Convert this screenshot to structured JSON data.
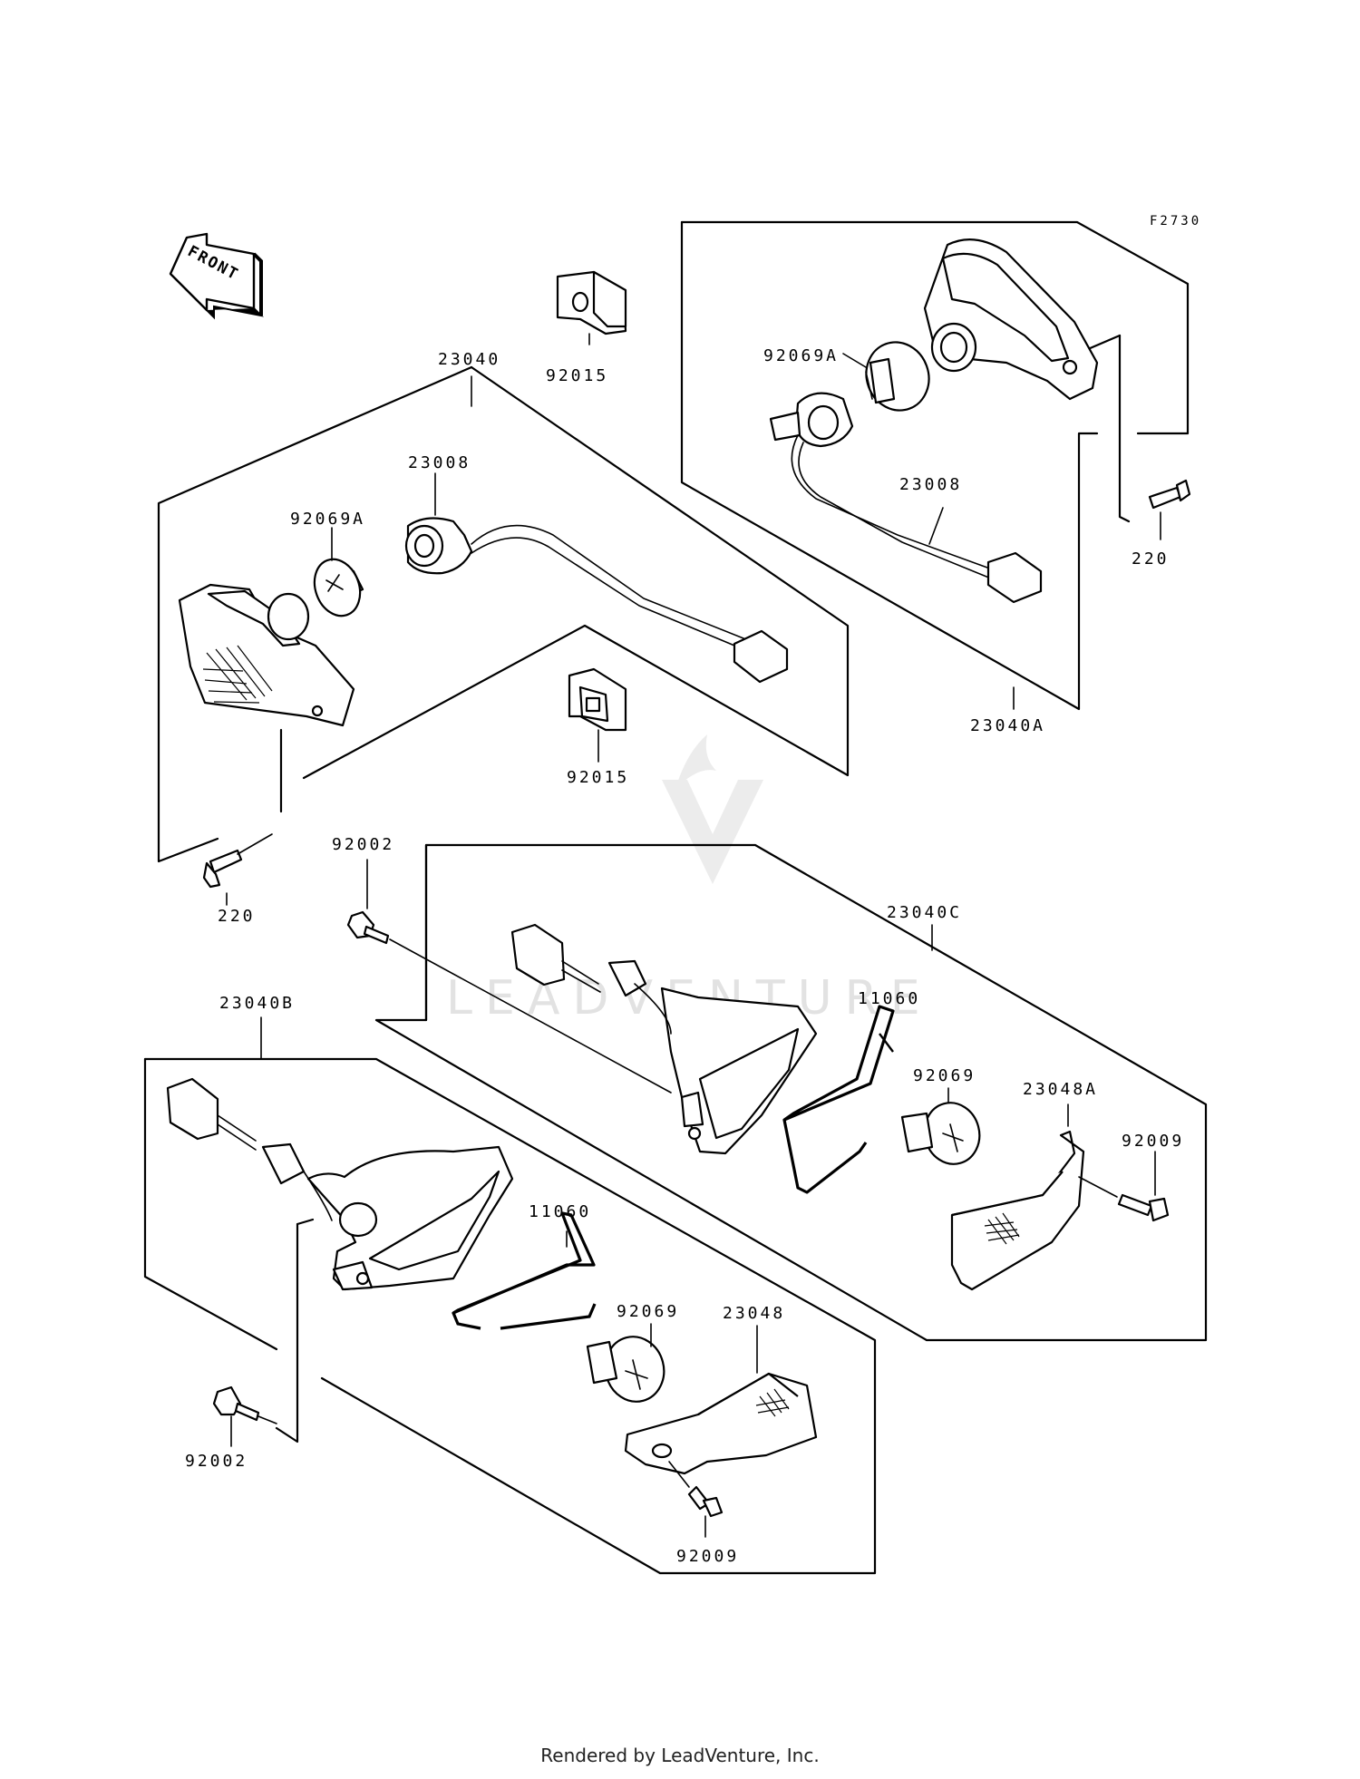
{
  "figure_code": "F2730",
  "front_label": "FRONT",
  "watermark": "LEADVENTURE",
  "footer": "Rendered by LeadVenture, Inc.",
  "callouts": [
    {
      "id": "23040",
      "text": "23040"
    },
    {
      "id": "92015_top",
      "text": "92015"
    },
    {
      "id": "23008_left",
      "text": "23008"
    },
    {
      "id": "92069A_left",
      "text": "92069A"
    },
    {
      "id": "92015_mid",
      "text": "92015"
    },
    {
      "id": "220_left",
      "text": "220"
    },
    {
      "id": "92069A_right",
      "text": "92069A"
    },
    {
      "id": "23008_right",
      "text": "23008"
    },
    {
      "id": "220_right",
      "text": "220"
    },
    {
      "id": "23040A",
      "text": "23040A"
    },
    {
      "id": "92002_top",
      "text": "92002"
    },
    {
      "id": "23040C",
      "text": "23040C"
    },
    {
      "id": "11060_right",
      "text": "11060"
    },
    {
      "id": "92069_right",
      "text": "92069"
    },
    {
      "id": "23048A",
      "text": "23048A"
    },
    {
      "id": "92009_right",
      "text": "92009"
    },
    {
      "id": "23040B",
      "text": "23040B"
    },
    {
      "id": "11060_left",
      "text": "11060"
    },
    {
      "id": "92069_left",
      "text": "92069"
    },
    {
      "id": "23048",
      "text": "23048"
    },
    {
      "id": "92002_bottom",
      "text": "92002"
    },
    {
      "id": "92009_bottom",
      "text": "92009"
    }
  ]
}
